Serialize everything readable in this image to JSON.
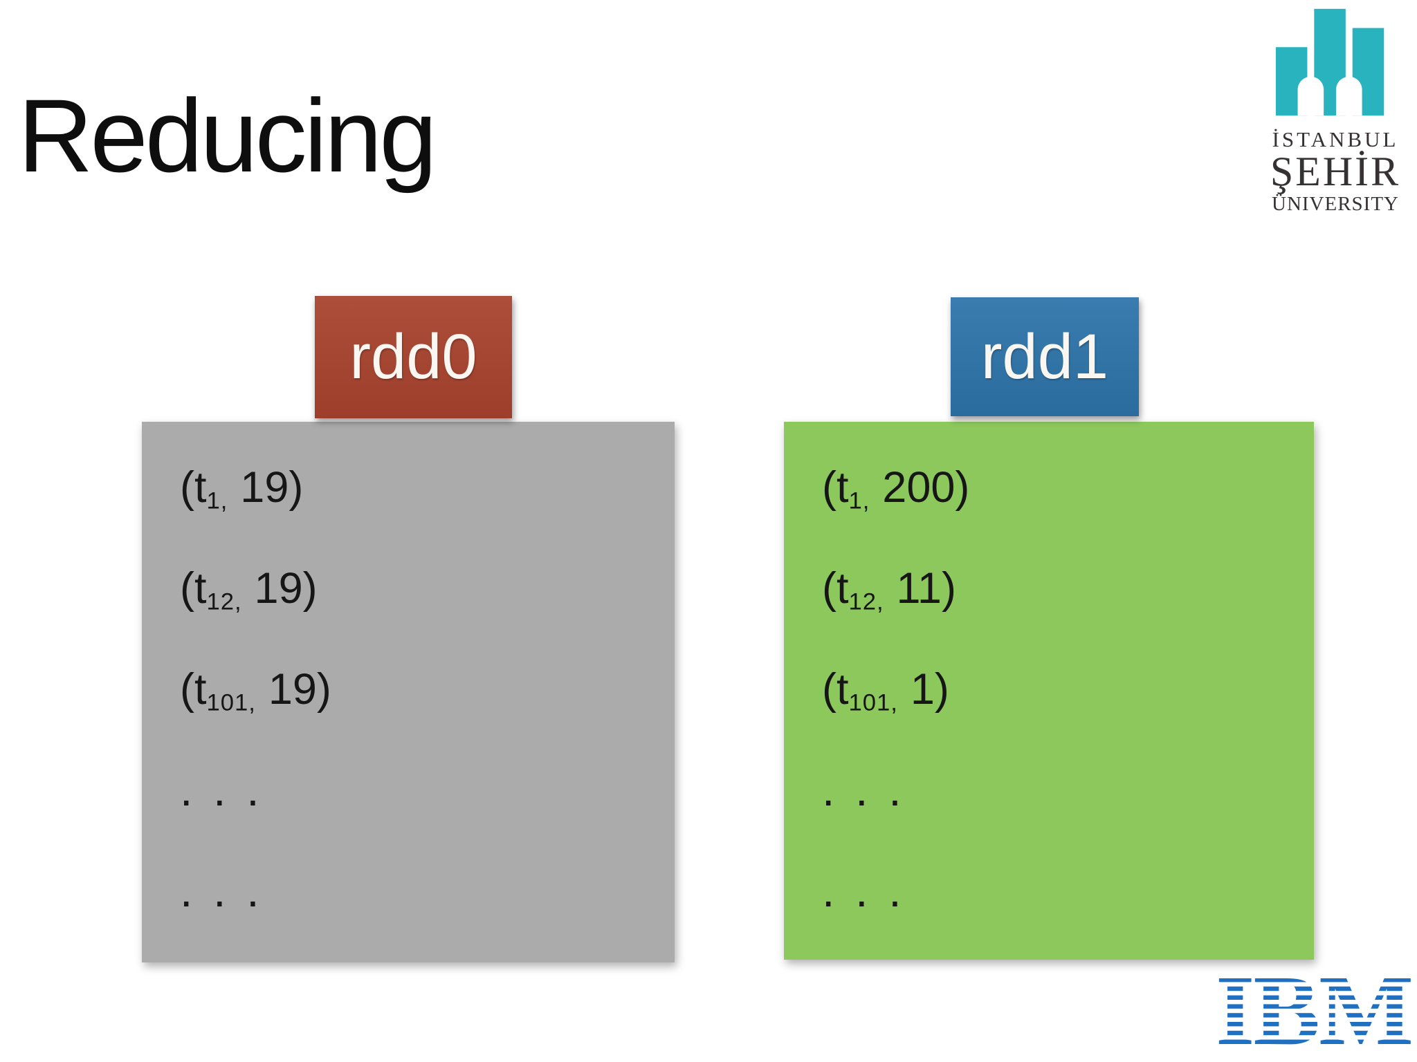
{
  "slide": {
    "title": "Reducing"
  },
  "university_logo": {
    "line1": "İSTANBUL",
    "line2": "ŞEHİR",
    "line3": "ÜNIVERSITY",
    "mark_color": "#28B3BF",
    "text_color": "#363132"
  },
  "punct": {
    "open": "(",
    "comma": ",",
    "close": ")"
  },
  "rdd0": {
    "label": "rdd0",
    "label_bg": "#A8432E",
    "panel_bg": "#ABABAB",
    "entries": [
      {
        "type": "tuple",
        "base": "t",
        "sub": "1",
        "value": "19"
      },
      {
        "type": "tuple",
        "base": "t",
        "sub": "12",
        "value": "19"
      },
      {
        "type": "tuple",
        "base": "t",
        "sub": "101",
        "value": "19"
      },
      {
        "type": "ellipsis",
        "text": "..."
      },
      {
        "type": "ellipsis",
        "text": "..."
      }
    ]
  },
  "rdd1": {
    "label": "rdd1",
    "label_bg": "#2E74AA",
    "panel_bg": "#8DC85C",
    "entries": [
      {
        "type": "tuple",
        "base": "t",
        "sub": "1",
        "value": "200"
      },
      {
        "type": "tuple",
        "base": "t",
        "sub": "12",
        "value": "11"
      },
      {
        "type": "tuple",
        "base": "t",
        "sub": "101",
        "value": "1"
      },
      {
        "type": "ellipsis",
        "text": "..."
      },
      {
        "type": "ellipsis",
        "text": "..."
      }
    ]
  },
  "ibm_logo": {
    "text": "IBM",
    "color": "#1F70C1"
  }
}
